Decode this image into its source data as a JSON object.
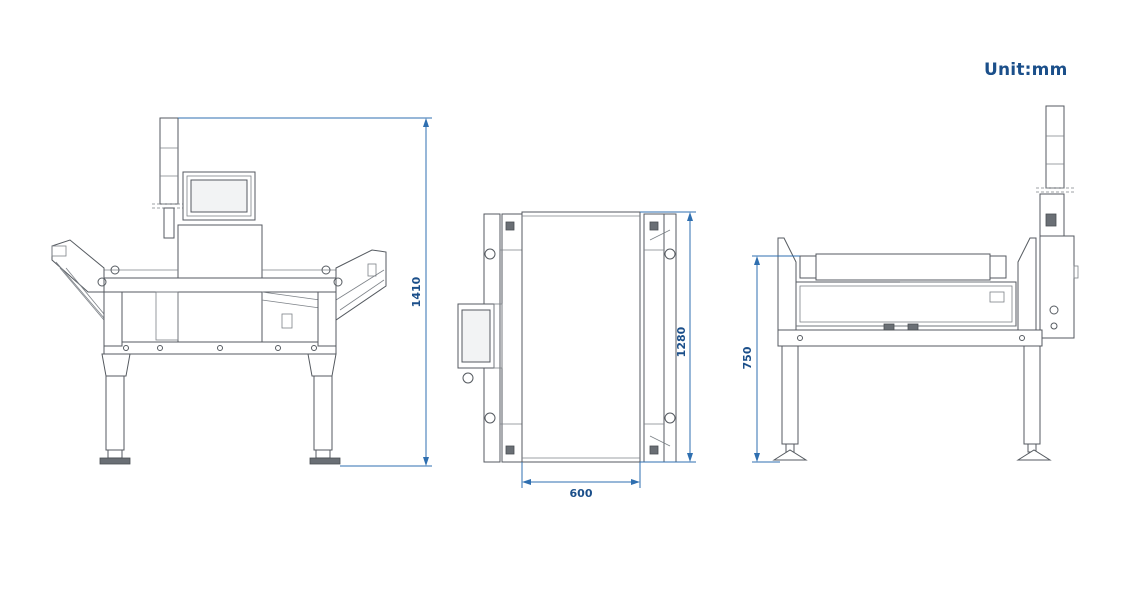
{
  "unit_label": "Unit:mm",
  "dimensions": {
    "front_height": "1410",
    "top_length": "1280",
    "top_width": "600",
    "side_height": "750"
  },
  "colors": {
    "dimension": "#2f6fb0",
    "dimension_text": "#1b4f8a",
    "line": "#555a60"
  }
}
